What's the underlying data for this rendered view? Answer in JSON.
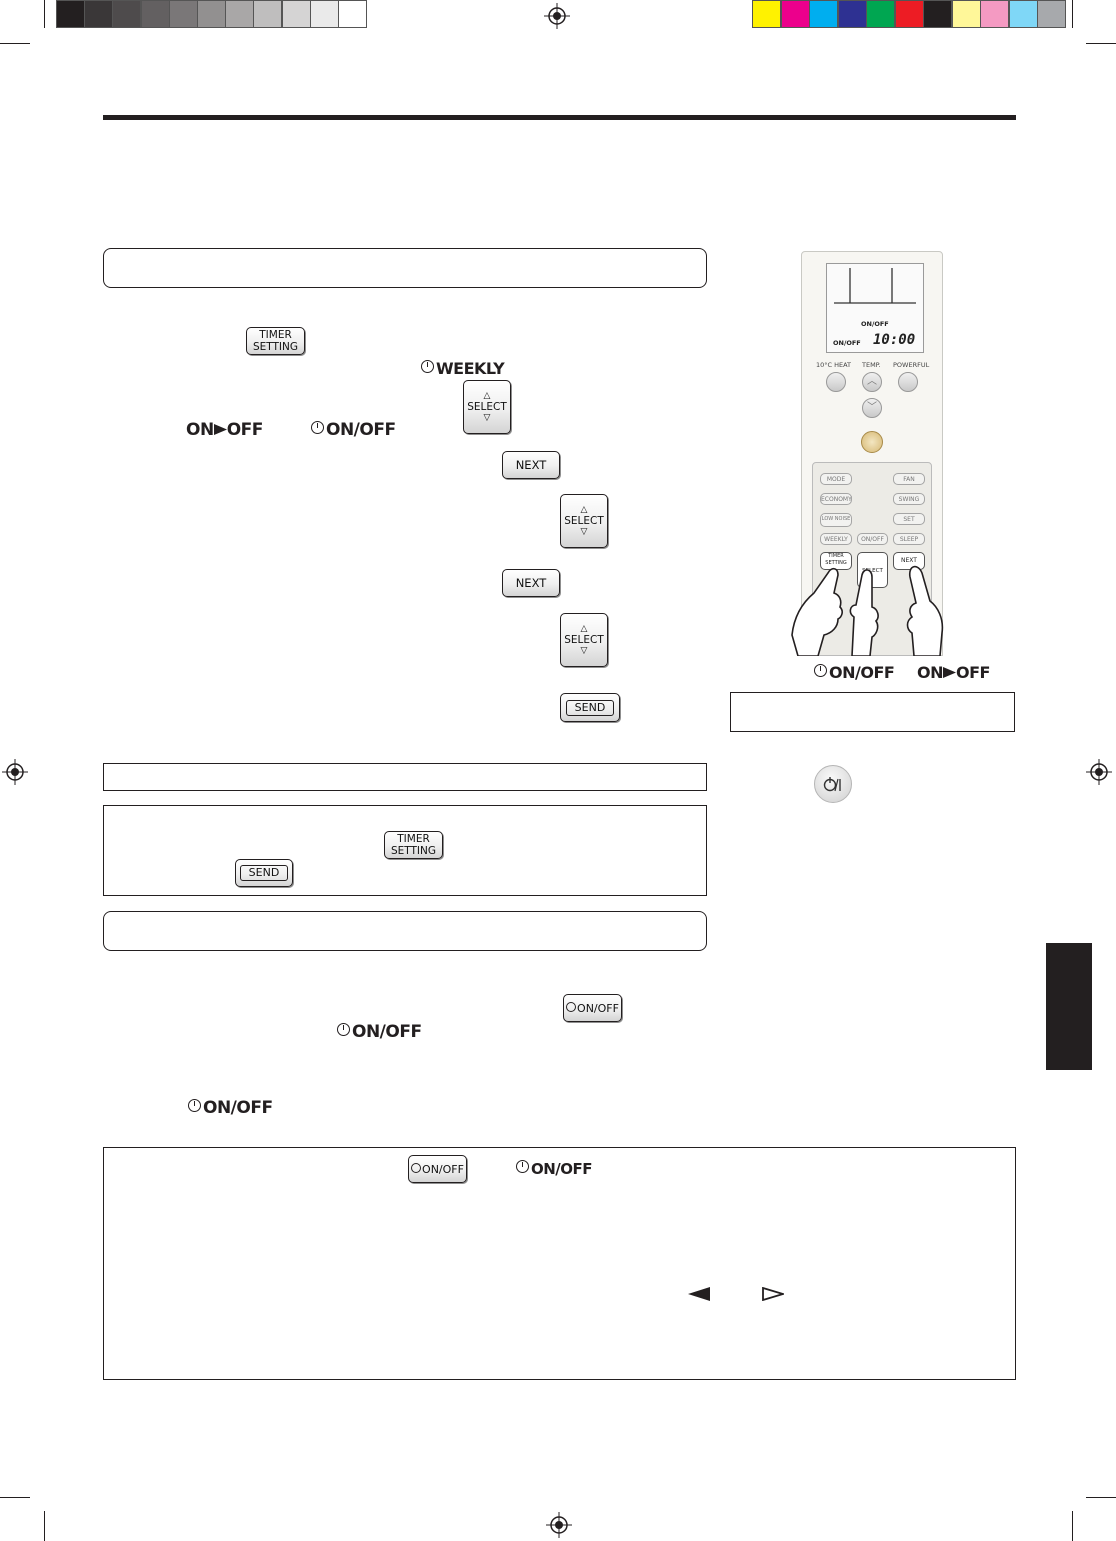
{
  "buttons": {
    "timer_setting_line1": "TIMER",
    "timer_setting_line2": "SETTING",
    "select_label": "SELECT",
    "next_label": "NEXT",
    "send_label": "SEND",
    "timer_on_off_label": "ON/OFF"
  },
  "symbols": {
    "weekly": "WEEKLY",
    "timer_on_off": "ON/OFF",
    "on_label": "ON",
    "off_label": "OFF"
  },
  "remote": {
    "lcd_timer_label": "ON/OFF",
    "lcd_on_off_label": "ON/OFF",
    "lcd_time": "10:00",
    "heat_10": "10°C HEAT",
    "temp": "TEMP.",
    "powerful": "POWERFUL",
    "mode": "MODE",
    "fan": "FAN",
    "economy": "ECONOMY",
    "swing": "SWING",
    "low_noise": "LOW NOISE",
    "set": "SET",
    "weekly": "WEEKLY",
    "on_off": "ON/OFF",
    "sleep": "SLEEP",
    "timer_setting": "TIMER SETTING",
    "select": "SELECT",
    "next": "NEXT"
  },
  "colors": {
    "gray_scale": [
      "#231f20",
      "#3a3738",
      "#4e4b4c",
      "#636061",
      "#7a7778",
      "#929090",
      "#a9a7a7",
      "#bfbebe",
      "#d5d4d4",
      "#eaeaea",
      "#ffffff"
    ],
    "color_bar": [
      "#fff200",
      "#ec008c",
      "#00aeef",
      "#2e3192",
      "#00a651",
      "#ed1c24",
      "#231f20",
      "#fff799",
      "#f49ac2",
      "#7fd7f7",
      "#a7a9ac"
    ]
  }
}
